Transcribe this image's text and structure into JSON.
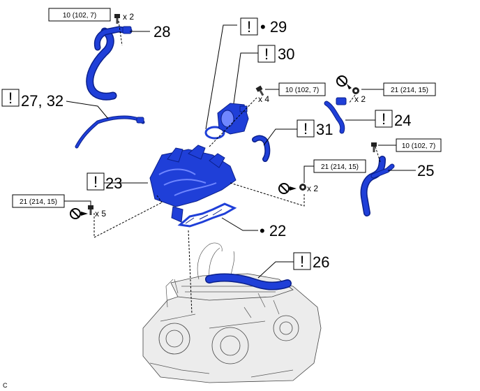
{
  "callouts": {
    "c22": "• 22",
    "c23": "23",
    "c24": "24",
    "c25": "25",
    "c26": "26",
    "c27_32": "27, 32",
    "c28": "28",
    "c29": "• 29",
    "c30": "30",
    "c31": "31"
  },
  "notice_symbol": "!",
  "torque_specs": {
    "t_top_left": "10 (102, 7)",
    "t_sensor": "10 (102, 7)",
    "t_right_top": "21 (214, 15)",
    "t_right_mid": "10 (102, 7)",
    "t_center": "21 (214, 15)",
    "t_left": "21 (214, 15)"
  },
  "multipliers": {
    "m_top_left": "x 2",
    "m_sensor": "x 4",
    "m_right_top": "x 2",
    "m_center": "x 2",
    "m_left": "x 5"
  },
  "corner_label": "C",
  "icons": [
    "bolt-icon",
    "no-reuse-icon",
    "notice-icon"
  ],
  "colors": {
    "part_blue": "#1f3fd8",
    "part_edge": "#0a1f8a"
  }
}
